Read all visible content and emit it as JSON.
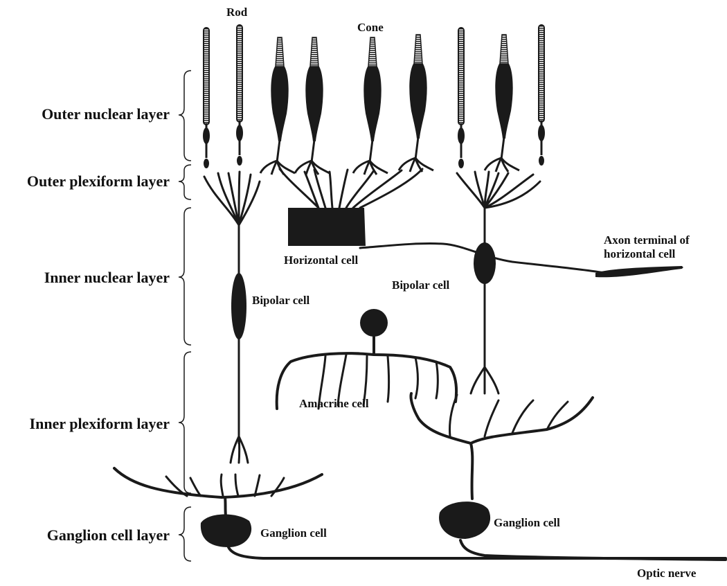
{
  "colors": {
    "ink": "#1a1a1a",
    "background": "#ffffff"
  },
  "layers": {
    "outer_nuclear": "Outer nuclear layer",
    "outer_plexiform": "Outer plexiform layer",
    "inner_nuclear": "Inner nuclear layer",
    "inner_plexiform": "Inner plexiform layer",
    "ganglion_cell": "Ganglion cell layer"
  },
  "cells": {
    "rod": "Rod",
    "cone": "Cone",
    "horizontal": "Horizontal cell",
    "axon_terminal_line1": "Axon terminal of",
    "axon_terminal_line2": "horizontal cell",
    "bipolar_left": "Bipolar cell",
    "bipolar_right": "Bipolar cell",
    "amacrine": "Amacrine cell",
    "ganglion_left": "Ganglion cell",
    "ganglion_right": "Ganglion cell",
    "optic_nerve": "Optic nerve"
  }
}
